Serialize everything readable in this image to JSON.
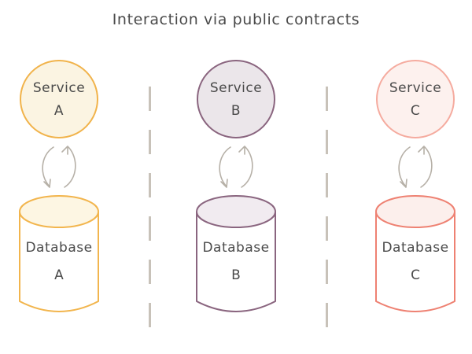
{
  "title": "Interaction via public contracts",
  "text_color": "#4a4a4a",
  "arrow_color": "#b6b0a7",
  "divider_color": "#c8c2b9",
  "columns": [
    {
      "service": {
        "label": "Service",
        "letter": "A"
      },
      "database": {
        "label": "Database",
        "letter": "A"
      },
      "colors": {
        "service_stroke": "#f1b34b",
        "service_fill": "#fbf4e2",
        "db_stroke": "#f2b54d",
        "db_top_fill": "#fdf6e3",
        "db_body_fill": "#ffffff"
      }
    },
    {
      "service": {
        "label": "Service",
        "letter": "B"
      },
      "database": {
        "label": "Database",
        "letter": "B"
      },
      "colors": {
        "service_stroke": "#8a657f",
        "service_fill": "#ebe6ea",
        "db_stroke": "#8a657f",
        "db_top_fill": "#f1ebf0",
        "db_body_fill": "#ffffff"
      }
    },
    {
      "service": {
        "label": "Service",
        "letter": "C"
      },
      "database": {
        "label": "Database",
        "letter": "C"
      },
      "colors": {
        "service_stroke": "#f5ab9f",
        "service_fill": "#fdf1ee",
        "db_stroke": "#ee8172",
        "db_top_fill": "#fcefec",
        "db_body_fill": "#ffffff"
      }
    }
  ]
}
